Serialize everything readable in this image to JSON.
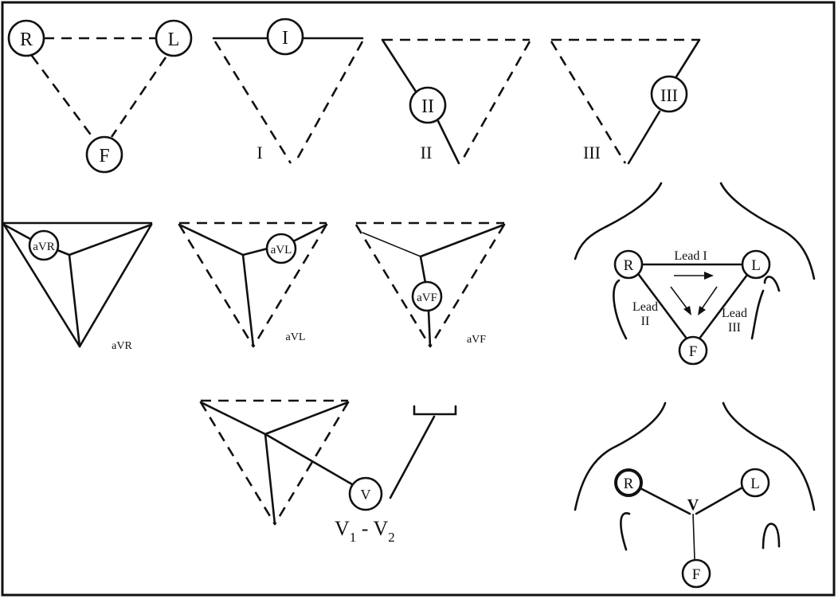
{
  "electrodes": {
    "right_arm": "R",
    "left_arm": "L",
    "foot": "F"
  },
  "bipolar_leads": [
    {
      "node_label": "I",
      "caption": "I"
    },
    {
      "node_label": "II",
      "caption": "II"
    },
    {
      "node_label": "III",
      "caption": "III"
    }
  ],
  "augmented_leads": [
    {
      "node_label": "aVR",
      "caption": "aVR"
    },
    {
      "node_label": "aVL",
      "caption": "aVL"
    },
    {
      "node_label": "aVF",
      "caption": "aVF"
    }
  ],
  "chest_lead": {
    "node_label": "V",
    "caption_main": "V",
    "sub1": "1",
    "dash": " - ",
    "sub2": "2"
  },
  "einthoven_panel": {
    "node_r": "R",
    "node_l": "L",
    "node_f": "F",
    "lead_i": "Lead I",
    "lead_ii_line1": "Lead",
    "lead_ii_line2": "II",
    "lead_iii_line1": "Lead",
    "lead_iii_line2": "III"
  },
  "wilson_panel": {
    "node_r": "R",
    "node_l": "L",
    "node_f": "F",
    "center": "V"
  }
}
